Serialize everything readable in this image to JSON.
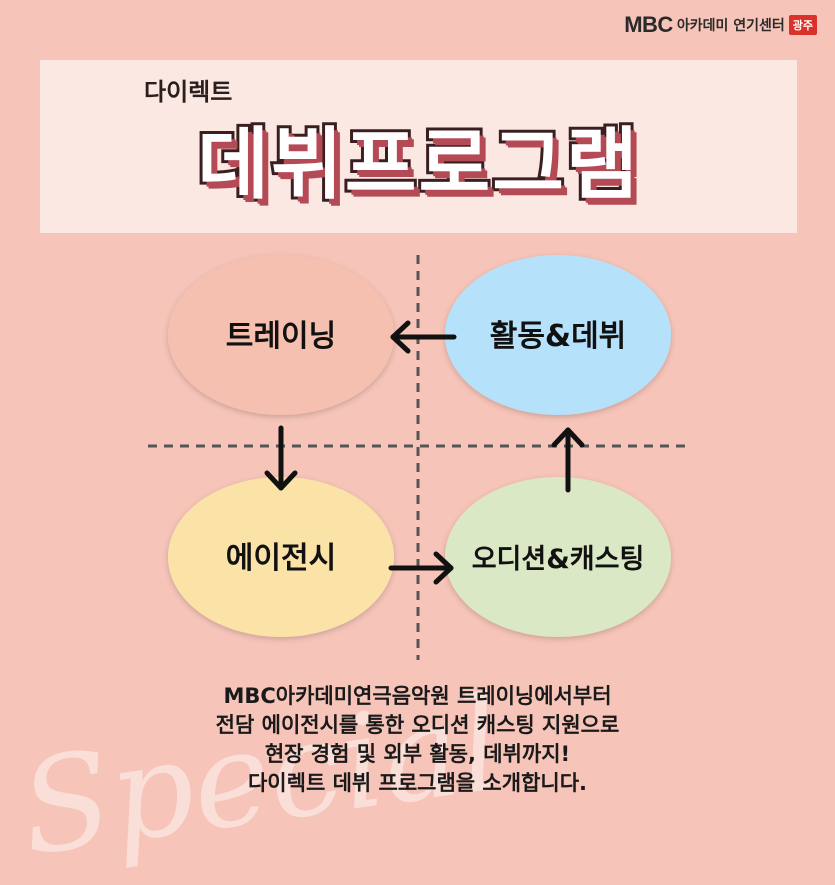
{
  "logo": {
    "brand": "MBC",
    "name": "아카데미 연기센터",
    "region": "광주"
  },
  "title": {
    "subtitle": "다이렉트",
    "main": "데뷔프로그램"
  },
  "stages": {
    "training": "트레이닝",
    "agency": "에이전시",
    "audition": "오디션&캐스팅",
    "debut": "활동&데뷔"
  },
  "colors": {
    "training": "#f6c0b0",
    "agency": "#fbe3a8",
    "audition": "#dbe8c5",
    "debut": "#b5e1fb",
    "background": "#f6c4b8"
  },
  "caption": {
    "line1": "MBC아카데미연극음악원 트레이닝에서부터",
    "line2": "전담 에이전시를 통한 오디션 캐스팅 지원으로",
    "line3": "현장 경험 및 외부 활동, 데뷔까지!",
    "line4": "다이렉트 데뷔 프로그램을 소개합니다."
  },
  "watermark": "Special"
}
